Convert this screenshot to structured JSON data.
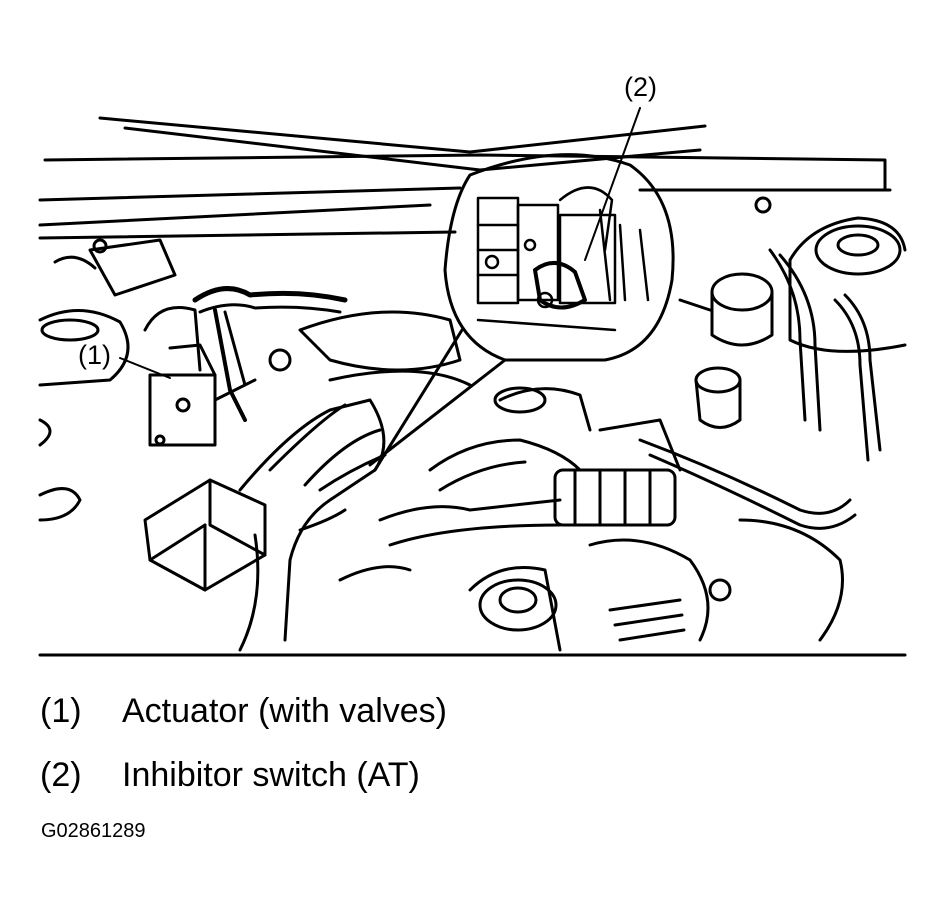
{
  "callouts": [
    {
      "id": "(1)"
    },
    {
      "id": "(2)"
    }
  ],
  "legend": [
    {
      "id": "(1)",
      "label": "Actuator (with valves)"
    },
    {
      "id": "(2)",
      "label": "Inhibitor switch (AT)"
    }
  ],
  "figure_id": "G02861289",
  "colors": {
    "line": "#000000",
    "background": "#ffffff"
  }
}
